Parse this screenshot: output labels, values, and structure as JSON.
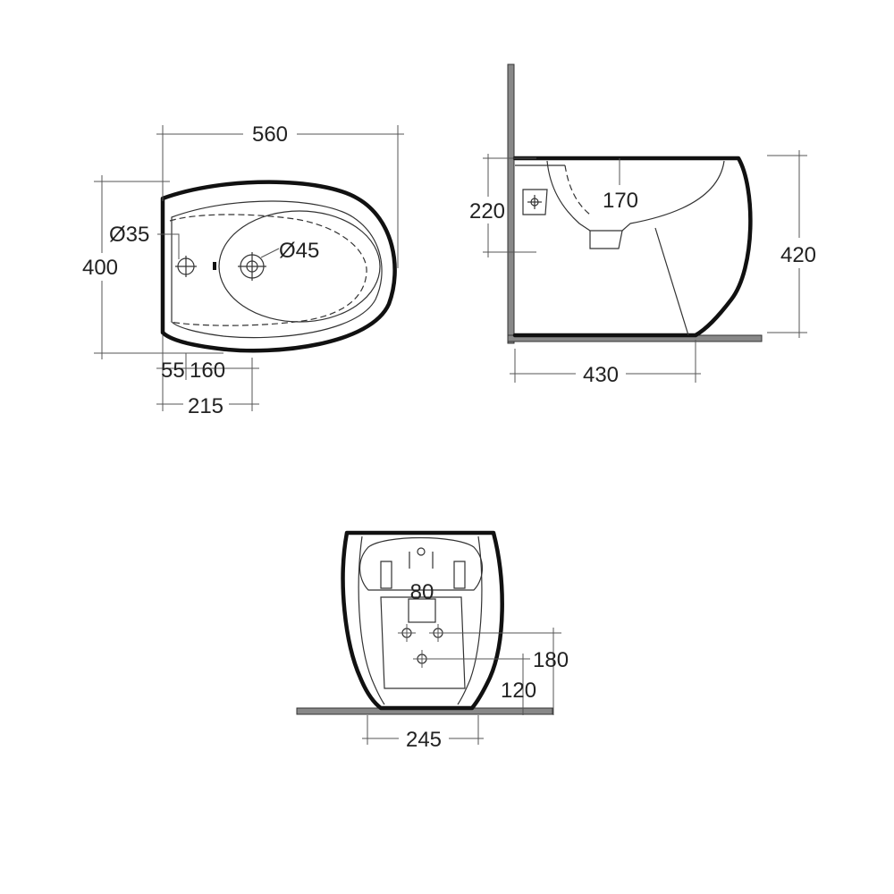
{
  "top_view": {
    "width_label": "560",
    "depth_label": "400",
    "tap_hole_label": "Ø35",
    "waste_hole_label": "Ø45",
    "offset_a_label": "55",
    "offset_b_label": "160",
    "offset_c_label": "215"
  },
  "side_view": {
    "bowl_depth_label": "170",
    "fixing_height_label": "220",
    "total_height_label": "420",
    "projection_label": "430"
  },
  "rear_view": {
    "outlet_width_label": "80",
    "upper_fixing_label": "180",
    "lower_fixing_label": "120",
    "base_width_label": "245"
  }
}
